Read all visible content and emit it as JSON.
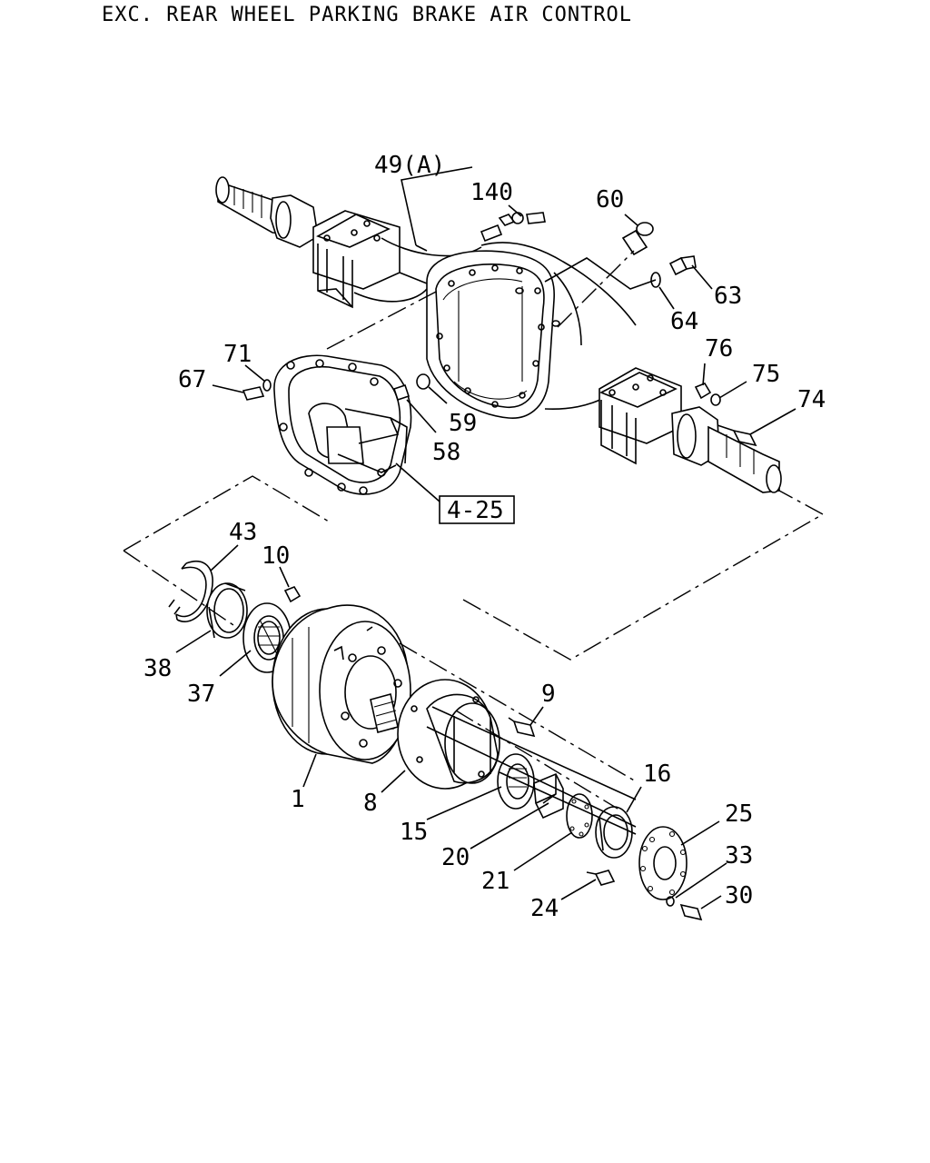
{
  "title": "EXC. REAR WHEEL PARKING BRAKE AIR CONTROL",
  "callouts": {
    "c49": "49(A)",
    "c140": "140",
    "c60": "60",
    "c63": "63",
    "c64": "64",
    "c71": "71",
    "c67": "67",
    "c58": "58",
    "c59": "59",
    "c76": "76",
    "c75": "75",
    "c74": "74",
    "c4_25": "4-25",
    "c43": "43",
    "c10": "10",
    "c38": "38",
    "c37": "37",
    "c9": "9",
    "c1": "1",
    "c8": "8",
    "c16": "16",
    "c15": "15",
    "c20": "20",
    "c21": "21",
    "c25": "25",
    "c33": "33",
    "c24": "24",
    "c30": "30"
  }
}
